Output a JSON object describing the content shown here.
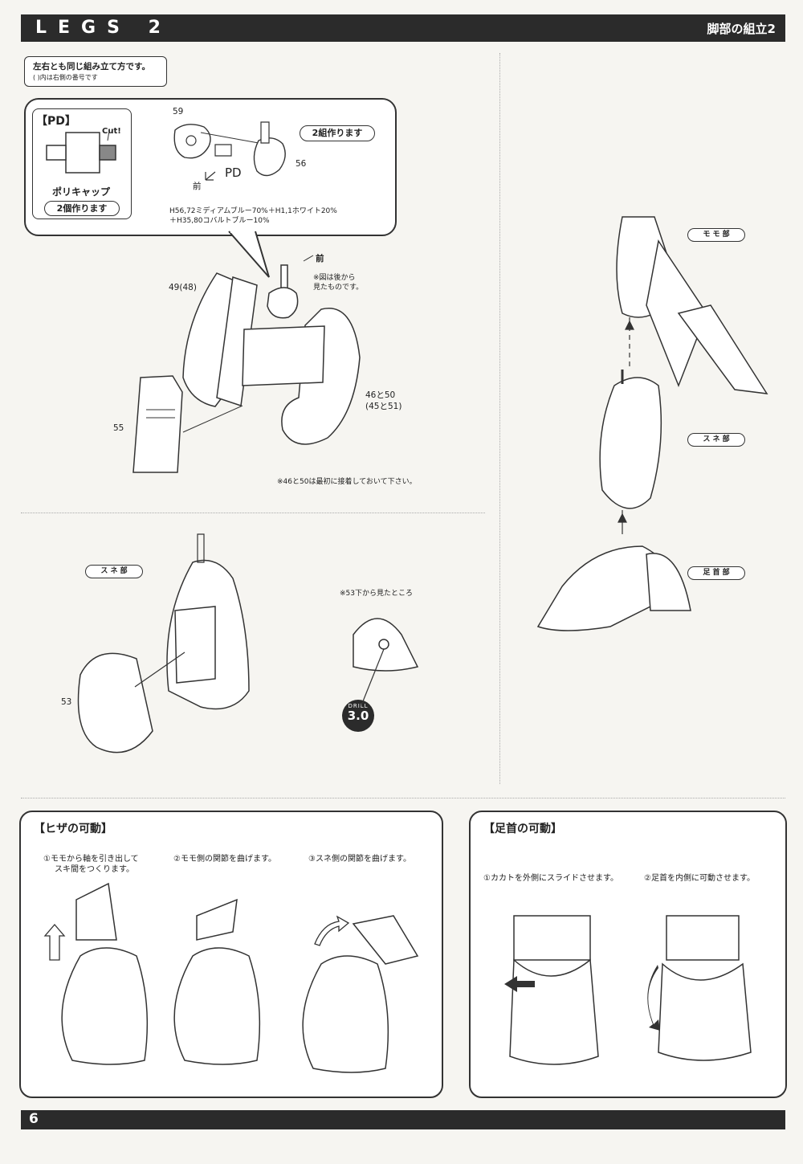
{
  "header": {
    "title": "LEGS 2",
    "subtitle": "脚部の組立2"
  },
  "note": {
    "main": "左右とも同じ組み立て方です。",
    "sub": "( )内は右側の番号です"
  },
  "pd_box": {
    "title": "【PD】",
    "cut": "Cut!",
    "name": "ポリキャップ",
    "count": "2個作ります"
  },
  "bubble": {
    "part_59": "59",
    "part_56": "56",
    "pd": "PD",
    "front": "前",
    "pill": "2組作ります",
    "paint_1": "H56,72ミディアムブルー70%＋H1,1ホワイト20%",
    "paint_2": "＋H35,80コバルトブルー10%"
  },
  "assembly": {
    "front": "前",
    "note_view": "※図は後から\n見たものです。",
    "part_49": "49(48)",
    "part_46_1": "46と50",
    "part_46_2": "(45と51)",
    "part_55": "55",
    "glue_note": "※46と50は最初に接着しておいて下さい。"
  },
  "right_column": {
    "thigh": "モ モ 部",
    "shin": "ス ネ 部",
    "ankle": "足 首 部"
  },
  "shin_section": {
    "pill": "ス ネ 部",
    "part_53": "53",
    "view_note": "※53下から見たところ",
    "drill_label": "DRILL",
    "drill_size": "3.0"
  },
  "knee_panel": {
    "title": "【ヒザの可動】",
    "step1a": "①モモから軸を引き出して",
    "step1b": "スキ間をつくります。",
    "step2": "②モモ側の関節を曲げます。",
    "step3": "③スネ側の関節を曲げます。"
  },
  "ankle_panel": {
    "title": "【足首の可動】",
    "step1": "①カカトを外側にスライドさせます。",
    "step2": "②足首を内側に可動させます。"
  },
  "footer": {
    "page": "6"
  }
}
